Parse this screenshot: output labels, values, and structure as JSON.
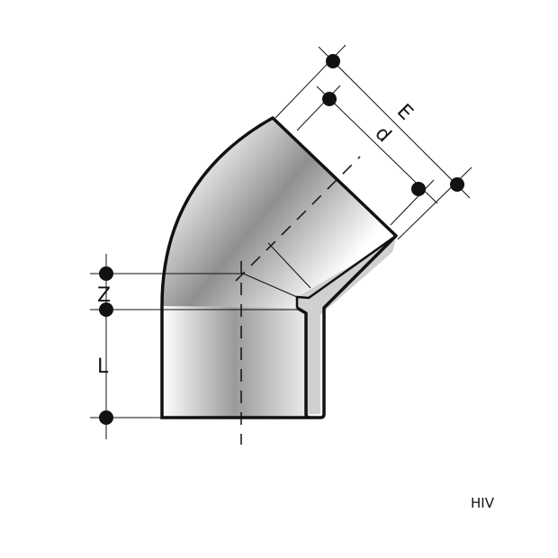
{
  "diagram": {
    "labels": {
      "E": "E",
      "d": "d",
      "Z": "Z",
      "L": "L"
    },
    "code": "HIV",
    "colors": {
      "outline": "#111111",
      "wall": "#d0d0d0",
      "body_light": "#ffffff",
      "body_dark": "#9a9a9a"
    }
  }
}
